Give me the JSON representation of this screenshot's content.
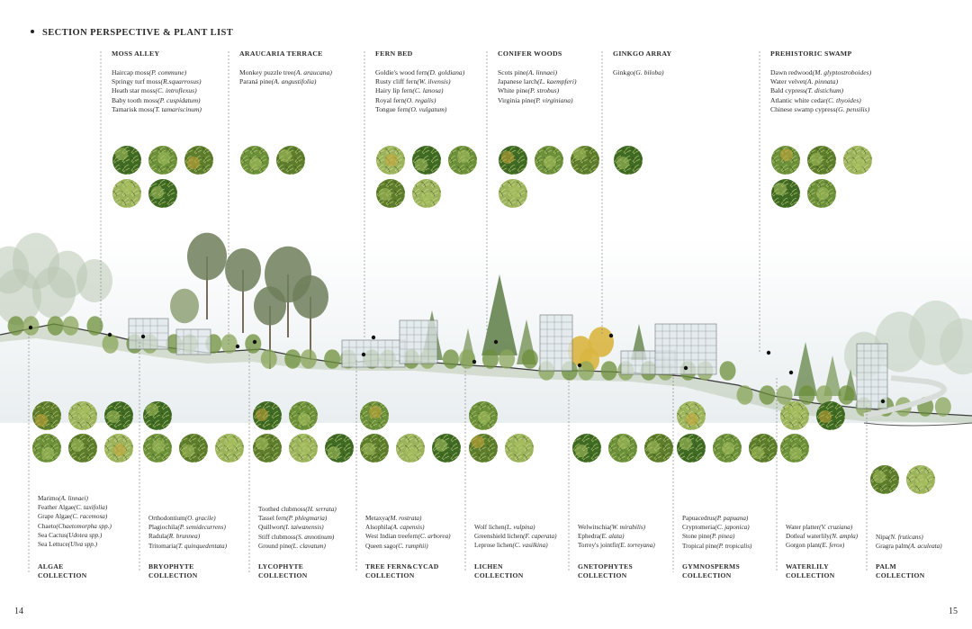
{
  "title": "SECTION PERSPECTIVE & PLANT LIST",
  "page_left": "14",
  "page_right": "15",
  "palette": {
    "leaf_dark": "#3f6a24",
    "leaf_mid": "#6c8f3a",
    "leaf_light": "#9bb35a",
    "moss": "#5e7d2c",
    "sky": "#e9eef0",
    "ground": "#bcc9b0"
  },
  "top_zones": [
    {
      "name": "MOSS ALLEY",
      "plants": [
        {
          "common": "Haircap moss",
          "latin": "(P. commune)"
        },
        {
          "common": "Springy turf moss",
          "latin": "(R.squarrosus)"
        },
        {
          "common": "Heath star moss",
          "latin": "(C. introflexus)"
        },
        {
          "common": "Baby tooth moss",
          "latin": "(P. cuspidatum)"
        },
        {
          "common": "Tamarisk moss",
          "latin": "(T. tamariscinum)"
        }
      ]
    },
    {
      "name": "ARAUCARIA TERRACE",
      "plants": [
        {
          "common": "Monkey puzzle tree",
          "latin": "(A. araucana)"
        },
        {
          "common": "Paraná pine",
          "latin": "(A. angustifolia)"
        }
      ]
    },
    {
      "name": "FERN BED",
      "plants": [
        {
          "common": "Goldie's wood fern",
          "latin": "(D. goldiana)"
        },
        {
          "common": "Rusty cliff fern",
          "latin": "(W. ilvensis)"
        },
        {
          "common": "Hairy lip fern",
          "latin": "(C. lanosa)"
        },
        {
          "common": "Royal fern",
          "latin": "(O. regalis)"
        },
        {
          "common": "Tongue fern",
          "latin": "(O. vulgatum)"
        }
      ]
    },
    {
      "name": "CONIFER WOODS",
      "plants": [
        {
          "common": "Scots pine",
          "latin": "(A. linnaei)"
        },
        {
          "common": "Japanese larch",
          "latin": "(L. kaempferi)"
        },
        {
          "common": "White pine",
          "latin": "(P. strobus)"
        },
        {
          "common": "Virginia pine",
          "latin": "(P. virginiana)"
        }
      ]
    },
    {
      "name": "GINKGO ARRAY",
      "plants": [
        {
          "common": "Ginkgo",
          "latin": "(G. biloba)"
        }
      ]
    },
    {
      "name": "PREHISTORIC SWAMP",
      "plants": [
        {
          "common": "Dawn redwood",
          "latin": "(M. glyptostroboides)"
        },
        {
          "common": "Water velvet",
          "latin": "(A. pinnata)"
        },
        {
          "common": "Bald cypress",
          "latin": "(T. distichum)"
        },
        {
          "common": "Atlantic white cedar",
          "latin": "(C. thyoides)"
        },
        {
          "common": "Chinese swamp cypress",
          "latin": "(G. pensilis)"
        }
      ]
    }
  ],
  "collections": [
    {
      "name_line1": "ALGAE",
      "name_line2": "COLLECTION",
      "plants": [
        {
          "common": "Marimo",
          "latin": "(A. linnaei)"
        },
        {
          "common": "Feather Algae",
          "latin": "(C. taxifolia)"
        },
        {
          "common": "Grape Algae",
          "latin": "(C. racemosa)"
        },
        {
          "common": "Chaeto",
          "latin": "(Chaetomorpha spp.)"
        },
        {
          "common": "Sea Cactus",
          "latin": "(Udotea spp.)"
        },
        {
          "common": "Sea Lettuce",
          "latin": "(Ulva spp.)"
        }
      ]
    },
    {
      "name_line1": "BRYOPHYTE",
      "name_line2": "COLLECTION",
      "plants": [
        {
          "common": "Orthodontium",
          "latin": "(O. gracile)"
        },
        {
          "common": "Plagiochila",
          "latin": "(P. semidecurrens)"
        },
        {
          "common": "Radula",
          "latin": "(R. brunnea)"
        },
        {
          "common": "Tritomaria",
          "latin": "(T. quinquedentata)"
        }
      ]
    },
    {
      "name_line1": "LYCOPHYTE",
      "name_line2": "COLLECTION",
      "plants": [
        {
          "common": "Toothed clubmoss",
          "latin": "(H. serrata)"
        },
        {
          "common": "Tassel fern",
          "latin": "(P. phlegmaria)"
        },
        {
          "common": "Quillwort",
          "latin": "(I. taiwanensis)"
        },
        {
          "common": "Stiff clubmoss",
          "latin": "(S. annotinum)"
        },
        {
          "common": "Ground pine",
          "latin": "(L. clavatum)"
        }
      ]
    },
    {
      "name_line1": "TREE FERN&CYCAD",
      "name_line2": "COLLECTION",
      "plants": [
        {
          "common": "Metaxya",
          "latin": "(M. rostrata)"
        },
        {
          "common": "Alsophila",
          "latin": "(A. capensis)"
        },
        {
          "common": "West Indian treefern",
          "latin": "(C. arborea)"
        },
        {
          "common": "Queen sago",
          "latin": "(C. rumphii)"
        }
      ]
    },
    {
      "name_line1": "LICHEN",
      "name_line2": "COLLECTION",
      "plants": [
        {
          "common": "Wolf lichen",
          "latin": "(L. vulpina)"
        },
        {
          "common": "Greenshield lichen",
          "latin": "(F. caperata)"
        },
        {
          "common": "Leprose lichen",
          "latin": "(C. vasilkina)"
        }
      ]
    },
    {
      "name_line1": "GNETOPHYTES",
      "name_line2": "COLLECTION",
      "plants": [
        {
          "common": "Welwitschia",
          "latin": "(W. mirabilis)"
        },
        {
          "common": "Ephedra",
          "latin": "(E. alata)"
        },
        {
          "common": "Torrey's jointfir",
          "latin": "(E. torreyana)"
        }
      ]
    },
    {
      "name_line1": "GYMNOSPERMS",
      "name_line2": "COLLECTION",
      "plants": [
        {
          "common": "Papuacedrus",
          "latin": "(P. papuana)"
        },
        {
          "common": "Cryptomeria",
          "latin": "(C. japonica)"
        },
        {
          "common": "Stone pine",
          "latin": "(P. pinea)"
        },
        {
          "common": "Tropical pine",
          "latin": "(P. tropicalis)"
        }
      ]
    },
    {
      "name_line1": "WATERLILY",
      "name_line2": "COLLECTION",
      "plants": [
        {
          "common": "Water platter",
          "latin": "(V. cruziana)"
        },
        {
          "common": "Dotleaf waterlily",
          "latin": "(N. ampla)"
        },
        {
          "common": "Gorgon plant",
          "latin": "(E. ferox)"
        }
      ]
    },
    {
      "name_line1": "PALM",
      "name_line2": "COLLECTION",
      "plants": [
        {
          "common": "Nipa",
          "latin": "(N. fruticans)"
        },
        {
          "common": "Gragra palm",
          "latin": "(A. aculeata)"
        }
      ]
    }
  ]
}
